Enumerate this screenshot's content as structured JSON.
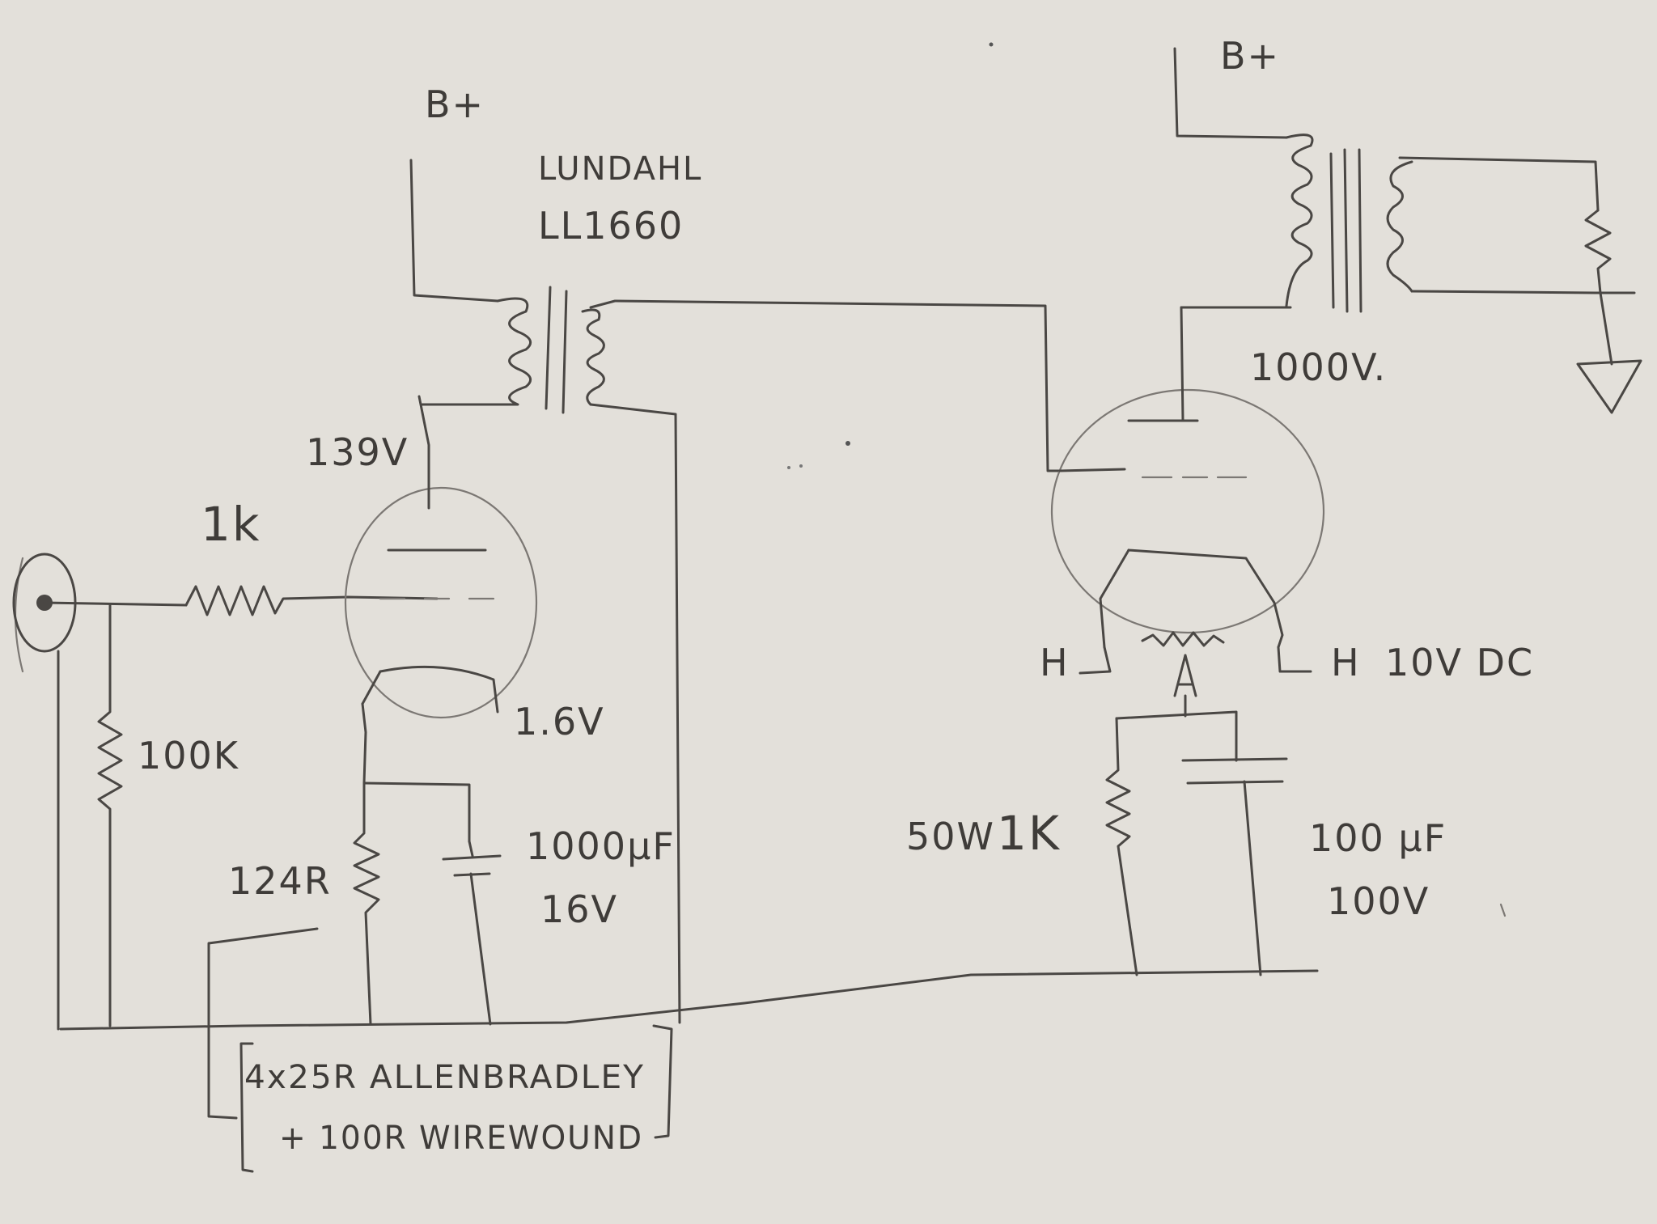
{
  "labels": {
    "bplus_left": "B+",
    "bplus_right": "B+",
    "transformer_brand": "LUNDAHL",
    "transformer_model": "LL1660",
    "v_plate_driver": "139V",
    "r_grid_stop": "1k",
    "r_grid_leak": "100K",
    "v_cathode_driver": "1.6V",
    "r_cathode": "124R",
    "c_cathode_value": "1000µF",
    "c_cathode_voltage": "16V",
    "resistor_note_line1": "4x25R ALLENBRADLEY",
    "resistor_note_line2": "+ 100R WIREWOUND",
    "v_plate_output": "1000V.",
    "heater_left": "H",
    "heater_right": "H",
    "heater_supply": "10V DC",
    "r_output_cathode_watt": "50W",
    "r_output_cathode_value": "1K",
    "c_output_value": "100 µF",
    "c_output_voltage": "100V"
  }
}
